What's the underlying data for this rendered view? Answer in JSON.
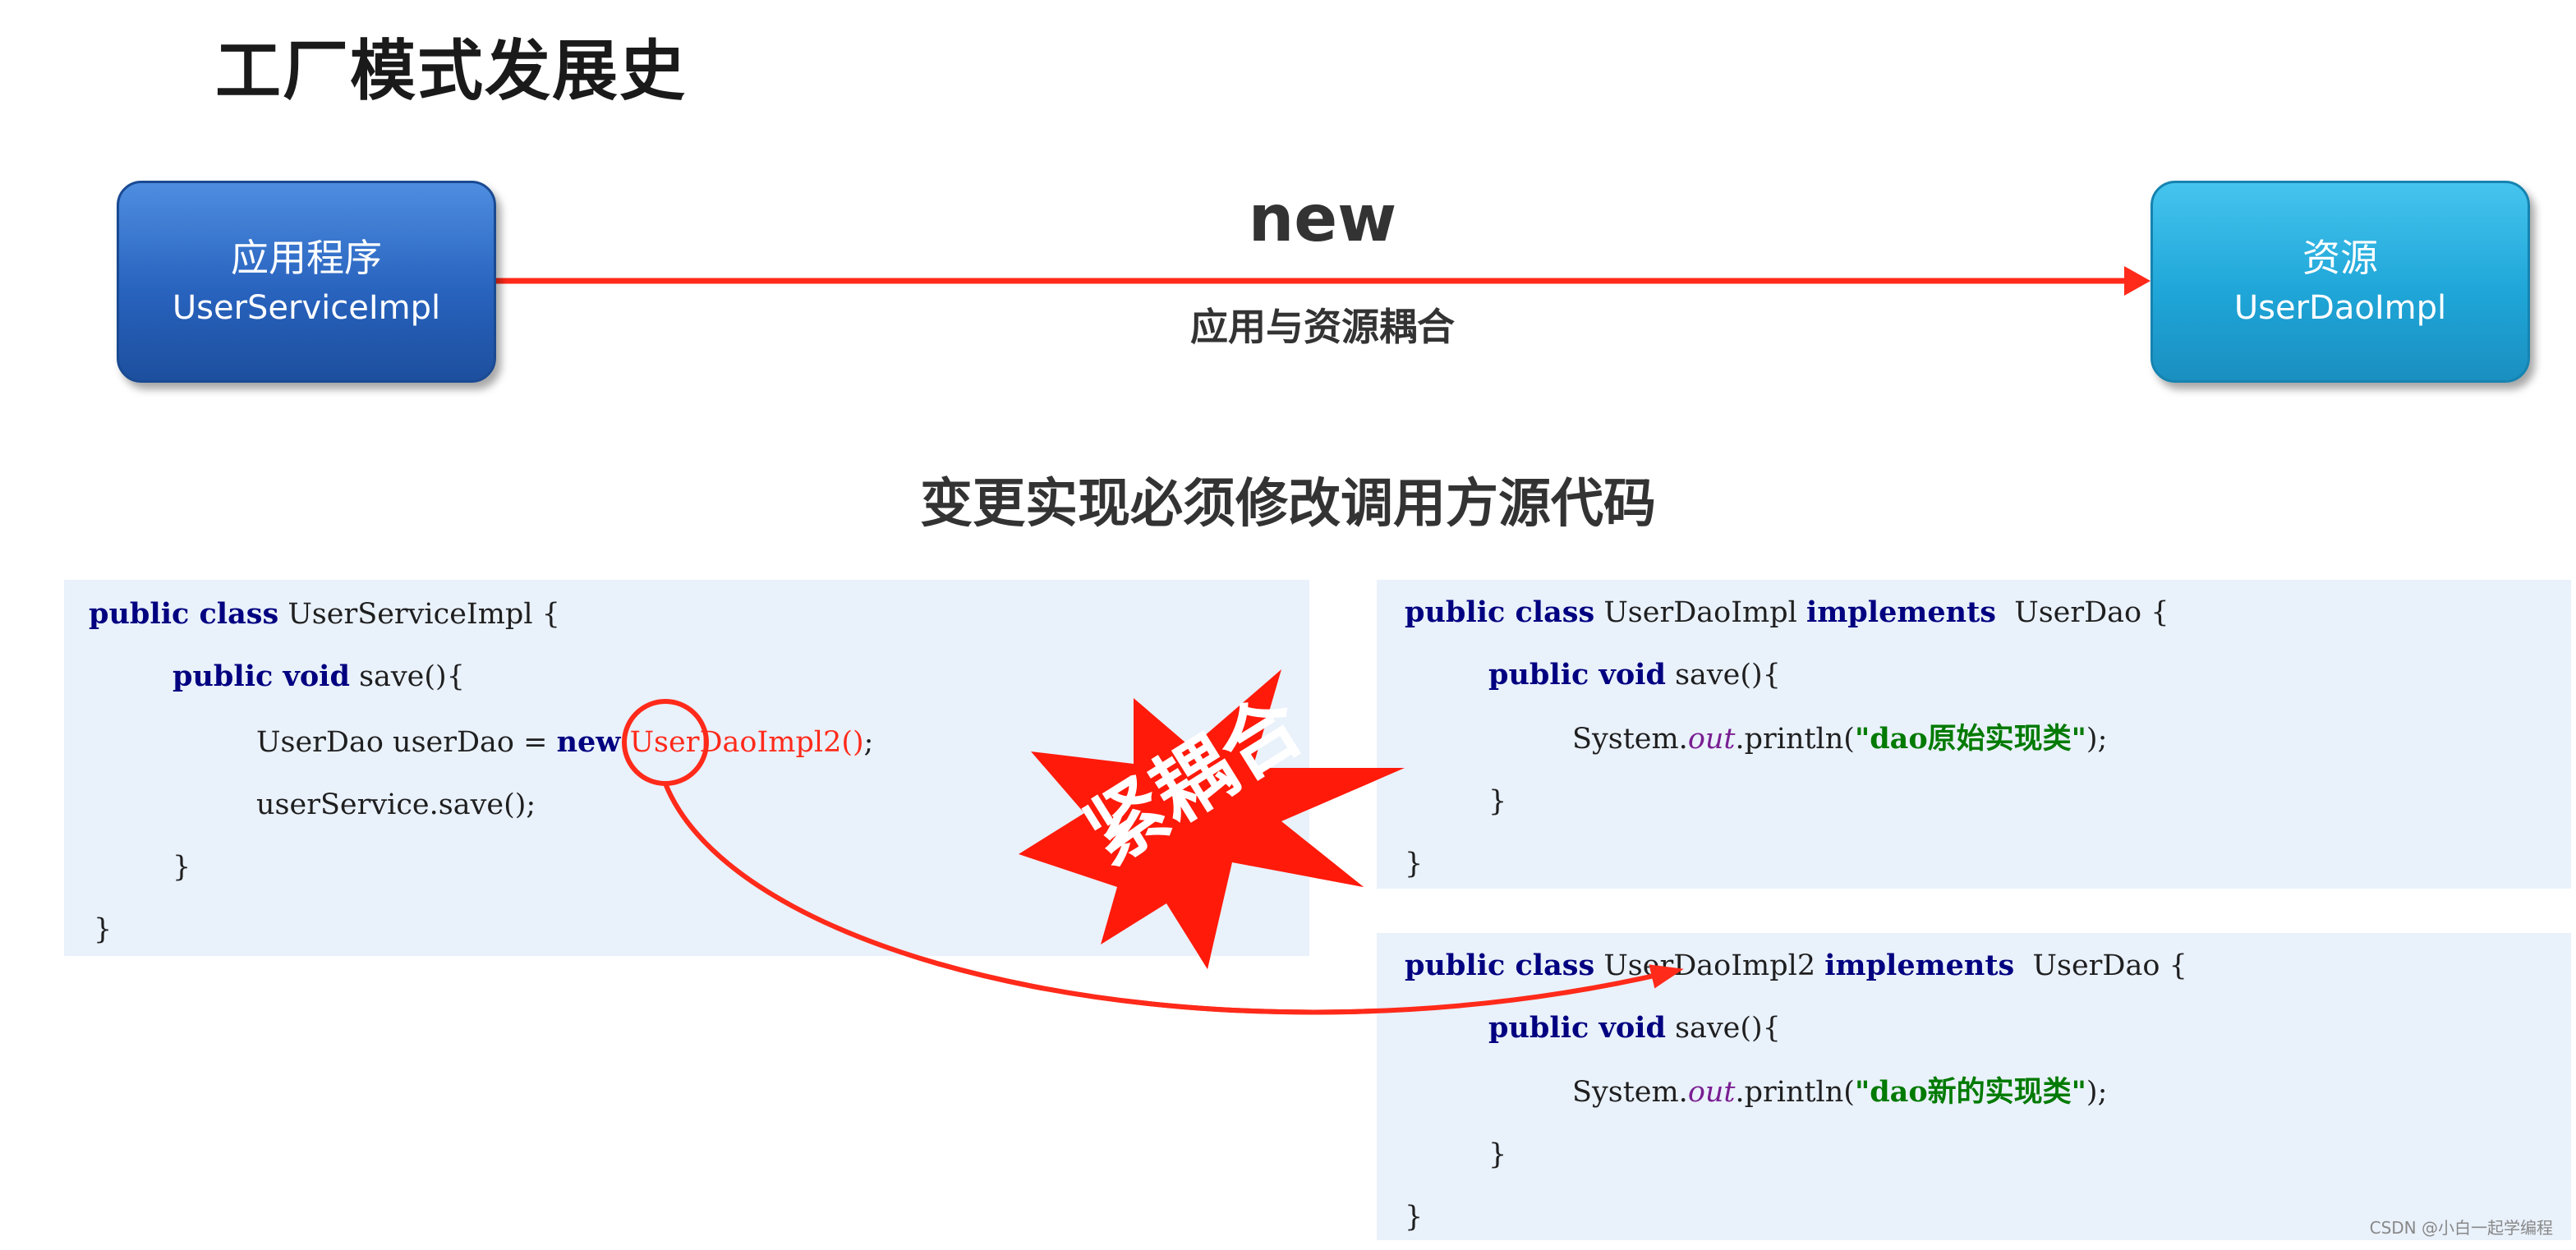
{
  "title": "工厂模式发展史",
  "app_box": {
    "line1": "应用程序",
    "line2": "UserServiceImpl"
  },
  "resource_box": {
    "line1": "资源",
    "line2": "UserDaoImpl"
  },
  "arrow": {
    "label": "new",
    "caption": "应用与资源耦合"
  },
  "subtitle": "变更实现必须修改调用方源代码",
  "code_service": {
    "l1_kw": "public class",
    "l1_rest": " UserServiceImpl {",
    "l2_kw": "public void",
    "l2_rest": " save(){",
    "l3_a": "UserDao userDao = ",
    "l3_new": "new",
    "l3_red": "UserDaoImpl2()",
    "l3_end": ";",
    "l4": "userService.save();",
    "l5": "}",
    "l6": "}"
  },
  "code_dao1": {
    "l1_kw": "public class",
    "l1_mid": " UserDaoImpl ",
    "l1_kw2": "implements",
    "l1_end": "  UserDao {",
    "l2_kw": "public void",
    "l2_rest": " save(){",
    "l3_a": "System.",
    "l3_out": "out",
    "l3_b": ".println(",
    "l3_str": "\"dao原始实现类\"",
    "l3_end": ");",
    "l4": "}",
    "l5": "}"
  },
  "code_dao2": {
    "l1_kw": "public class",
    "l1_mid": " UserDaoImpl2 ",
    "l1_kw2": "implements",
    "l1_end": "  UserDao {",
    "l2_kw": "public void",
    "l2_rest": " save(){",
    "l3_a": "System.",
    "l3_out": "out",
    "l3_b": ".println(",
    "l3_str": "\"dao新的实现类\"",
    "l3_end": ");",
    "l4": "}",
    "l5": "}"
  },
  "burst_label": "紧耦合",
  "watermark": "CSDN @小白一起学编程",
  "colors": {
    "arrow": "#ff2a1a",
    "burst": "#ff1a0a",
    "code_bg": "#e9f1fb",
    "keyword": "#000080",
    "string": "#007a00"
  }
}
